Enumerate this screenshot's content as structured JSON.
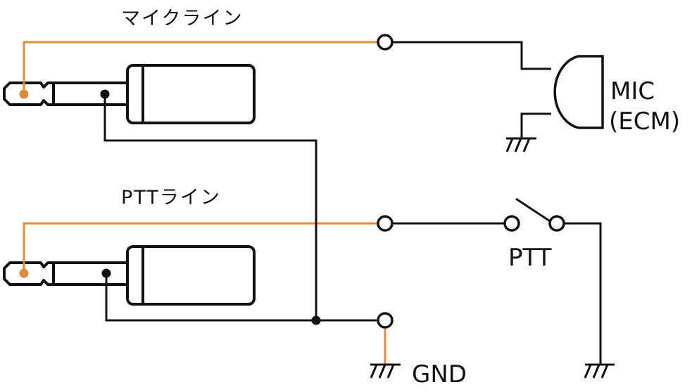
{
  "labels": {
    "mic_line": "マイクライン",
    "ptt_line": "PTTライン",
    "mic": "MIC",
    "ecm": "(ECM)",
    "ptt": "PTT",
    "gnd": "GND"
  },
  "colors": {
    "wire": "#111111",
    "signal_wire": "#E08A3C",
    "background": "#ffffff"
  }
}
